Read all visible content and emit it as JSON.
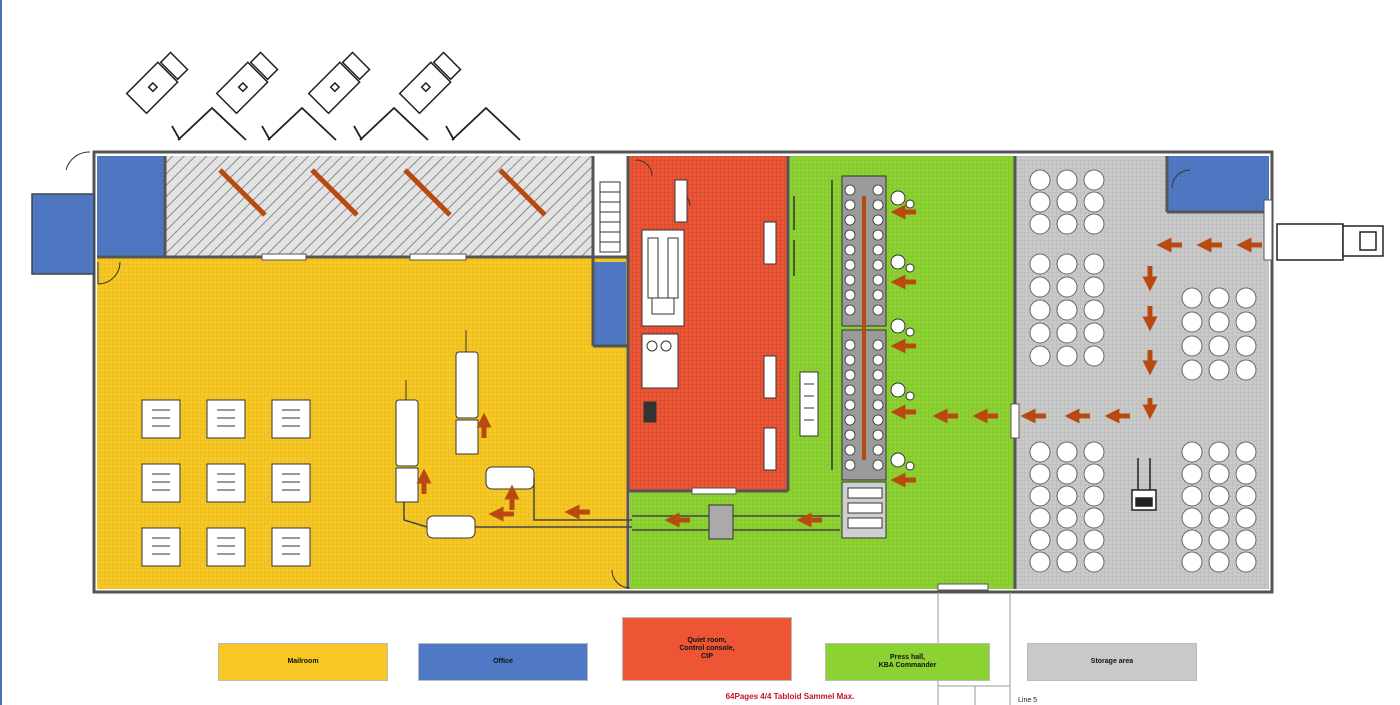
{
  "legend": {
    "mailroom": "Mailroom",
    "office": "Office",
    "quiet": "Quiet room,\nControl console,\nCtP",
    "press": "Press hall,\nKBA Commander",
    "storage": "Storage area"
  },
  "caption": "64Pages 4/4 Tabloid Sammel Max.",
  "titleblock": "Line 5",
  "colors": {
    "mailroom": "#f7c824",
    "office": "#4f79c4",
    "quiet": "#ee5535",
    "press": "#8cd232",
    "storage": "#c9c9c9",
    "arrow": "#b84a10",
    "caption": "#c8102e"
  }
}
